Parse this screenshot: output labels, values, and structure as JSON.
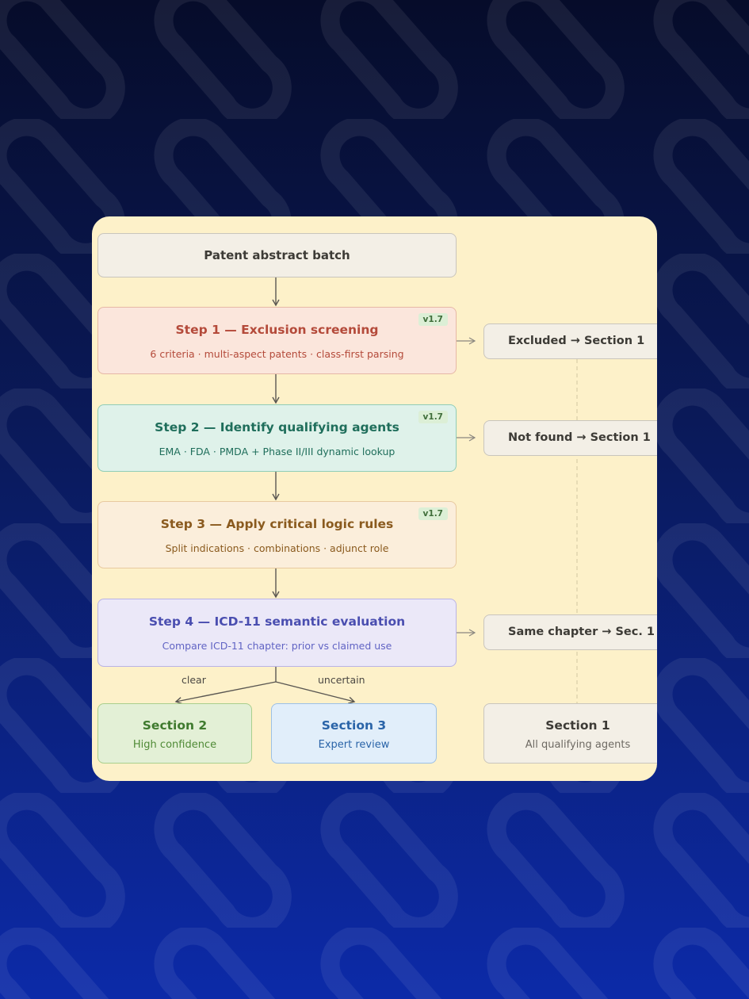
{
  "diagram": {
    "start": {
      "label": "Patent abstract batch"
    },
    "steps": [
      {
        "title": "Step 1 — Exclusion screening",
        "subtitle": "6 criteria · multi-aspect patents · class-first parsing",
        "badge": "v1.7",
        "color": "#b44a3a"
      },
      {
        "title": "Step 2 — Identify qualifying agents",
        "subtitle": "EMA · FDA · PMDA + Phase II/III dynamic lookup",
        "badge": "v1.7",
        "color": "#1f6e5b"
      },
      {
        "title": "Step 3 — Apply critical logic rules",
        "subtitle": "Split indications · combinations · adjunct role",
        "badge": "v1.7",
        "color": "#8a5a1e"
      },
      {
        "title": "Step 4 — ICD-11 semantic evaluation",
        "subtitle": "Compare ICD-11 chapter: prior vs claimed use",
        "color": "#4a4eb0"
      }
    ],
    "side_outcomes": [
      {
        "label": "Excluded → Section 1"
      },
      {
        "label": "Not found → Section 1"
      },
      {
        "label": "Same chapter → Sec. 1"
      }
    ],
    "branches": {
      "left_label": "clear",
      "right_label": "uncertain"
    },
    "results": [
      {
        "title": "Section 2",
        "subtitle": "High confidence",
        "color": "#3f7a2e"
      },
      {
        "title": "Section 3",
        "subtitle": "Expert review",
        "color": "#2a64a8"
      },
      {
        "title": "Section 1",
        "subtitle": "All qualifying agents",
        "color": "#3d3b36"
      }
    ]
  }
}
